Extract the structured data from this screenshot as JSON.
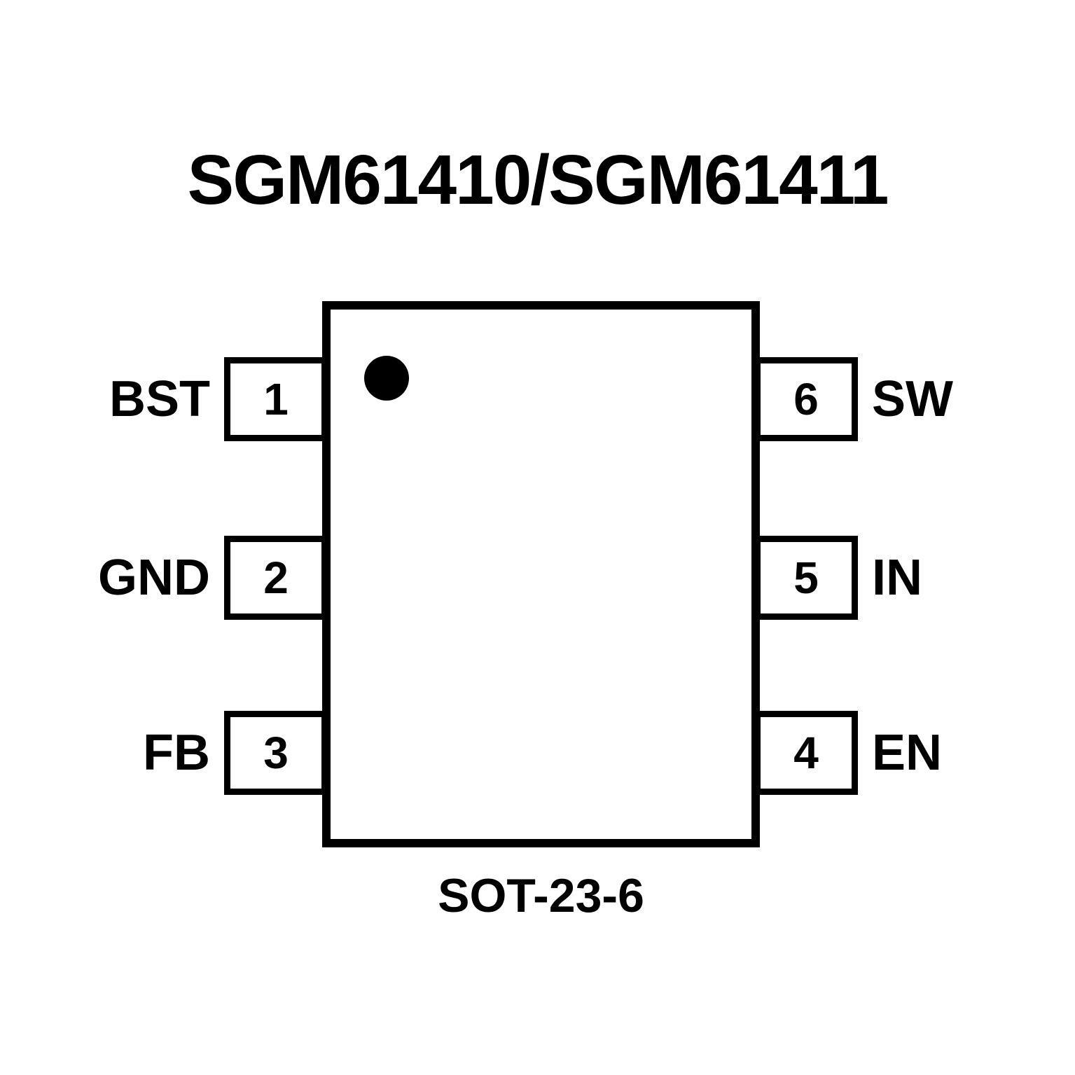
{
  "title": "SGM61410/SGM61411",
  "package": {
    "name": "SOT-23-6"
  },
  "pins": {
    "left": [
      {
        "number": "1",
        "name": "BST"
      },
      {
        "number": "2",
        "name": "GND"
      },
      {
        "number": "3",
        "name": "FB"
      }
    ],
    "right": [
      {
        "number": "6",
        "name": "SW"
      },
      {
        "number": "5",
        "name": "IN"
      },
      {
        "number": "4",
        "name": "EN"
      }
    ]
  },
  "icons": {
    "pin1_marker": "filled-circle"
  },
  "colors": {
    "line": "#000000",
    "background": "#ffffff",
    "text": "#000000"
  }
}
